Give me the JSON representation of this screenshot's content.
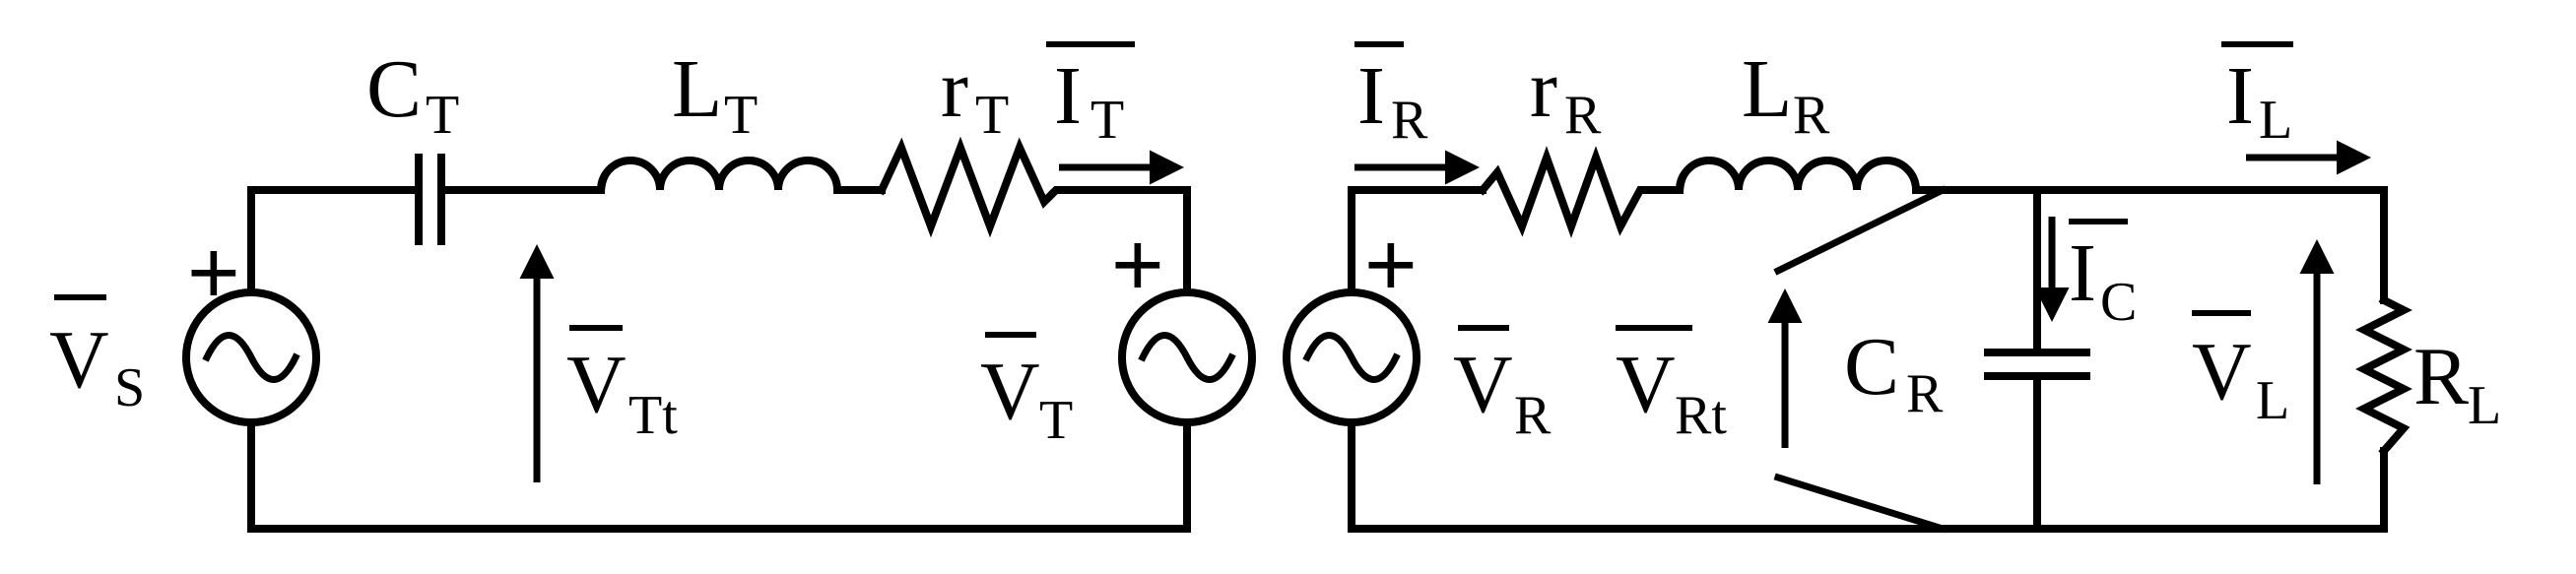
{
  "colors": {
    "ink": "#000000",
    "background": "#ffffff"
  },
  "transmitter": {
    "source_voltage": {
      "main": "V",
      "sub": "S"
    },
    "capacitor": {
      "main": "C",
      "sub": "T"
    },
    "inductor": {
      "main": "L",
      "sub": "T"
    },
    "resistor": {
      "main": "r",
      "sub": "T"
    },
    "current": {
      "main": "I",
      "sub": "T"
    },
    "coil_voltage": {
      "main": "V",
      "sub": "Tt"
    },
    "induced_voltage": {
      "main": "V",
      "sub": "T"
    },
    "plus_sign": "+",
    "minus_sign": "+"
  },
  "receiver": {
    "current": {
      "main": "I",
      "sub": "R"
    },
    "resistor": {
      "main": "r",
      "sub": "R"
    },
    "inductor": {
      "main": "L",
      "sub": "R"
    },
    "load_current": {
      "main": "I",
      "sub": "L"
    },
    "induced_voltage": {
      "main": "V",
      "sub": "R"
    },
    "coil_voltage": {
      "main": "V",
      "sub": "Rt"
    },
    "capacitor": {
      "main": "C",
      "sub": "R"
    },
    "capacitor_current": {
      "main": "I",
      "sub": "C"
    },
    "load_voltage": {
      "main": "V",
      "sub": "L"
    },
    "load_resistor": {
      "main": "R",
      "sub": "L"
    },
    "plus_sign": "+"
  }
}
